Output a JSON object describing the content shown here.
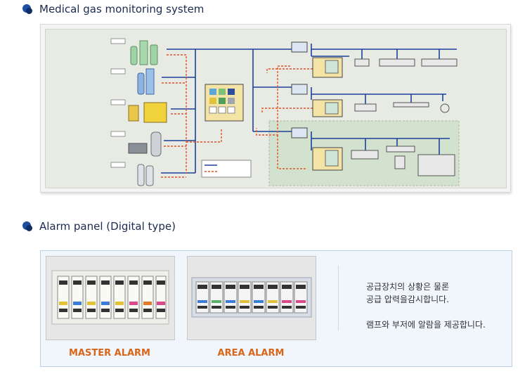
{
  "sections": {
    "monitoring_title": "Medical gas monitoring system",
    "alarm_title": "Alarm panel (Digital type)"
  },
  "alarm_panels": {
    "master_label": "MASTER ALARM",
    "area_label": "AREA ALARM"
  },
  "description": {
    "line1": "공급장치의 상황은 물론",
    "line2": "공급 압력을감시합니다.",
    "line3": "램프와 부저에 알람을 제공합니다."
  },
  "colors": {
    "supply_line": "#1d3f9a",
    "signal_line": "#e2522a",
    "caption": "#d8661a"
  }
}
